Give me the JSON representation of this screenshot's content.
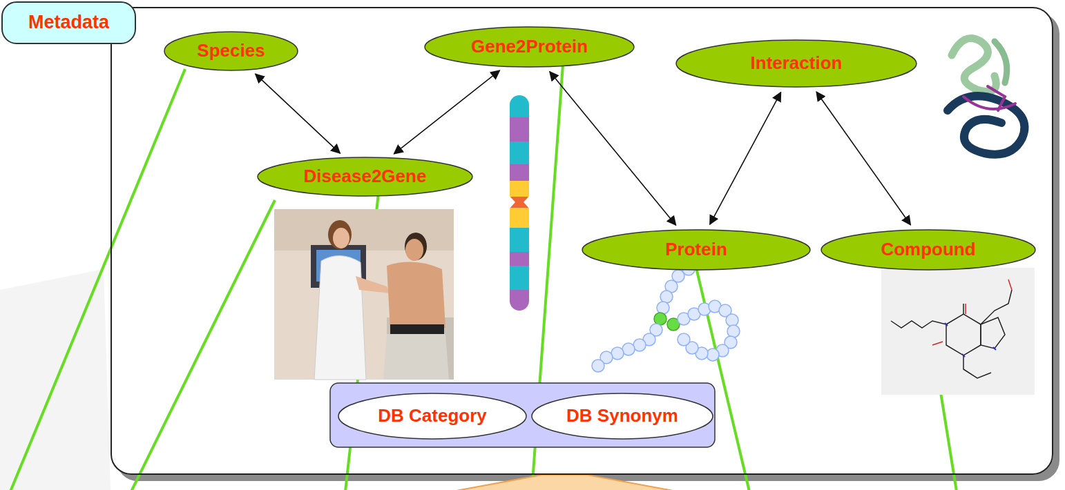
{
  "diagram": {
    "nodes": [
      {
        "text": [
          "Metadata"
        ]
      },
      {
        "text": [
          "Species"
        ],
        "in": 0
      },
      {
        "text": [
          "Gene2Protein"
        ],
        "in": 0
      },
      {
        "text": [
          "Interaction"
        ],
        "in": 0
      },
      {
        "text": [
          "Disease2Gene"
        ],
        "in": 0
      },
      {
        "text": [
          "Protein"
        ],
        "in": 0
      },
      {
        "text": [
          "Compound"
        ],
        "in": 0
      },
      {
        "text": [
          "DB Category"
        ],
        "in": 0
      },
      {
        "text": [
          "DB Synonym"
        ],
        "in": 0
      }
    ],
    "edges": [
      {
        "from": 1,
        "to": 4,
        "arrow": "both"
      },
      {
        "from": 2,
        "to": 4,
        "arrow": "both"
      },
      {
        "from": 2,
        "to": 5,
        "arrow": "both"
      },
      {
        "from": 3,
        "to": 5,
        "arrow": "both"
      },
      {
        "from": 3,
        "to": 6,
        "arrow": "both"
      }
    ]
  }
}
